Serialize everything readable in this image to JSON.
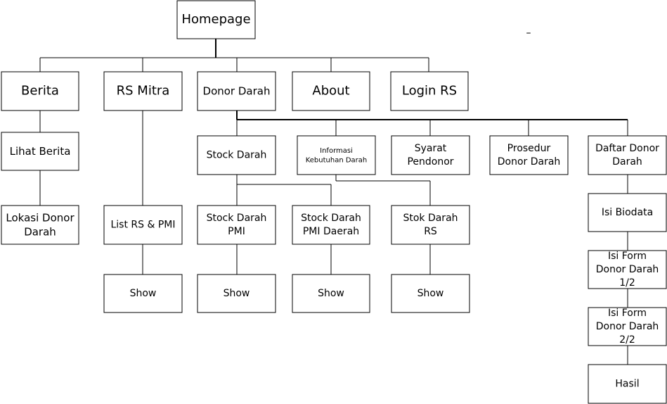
{
  "nodes": {
    "homepage": {
      "label": "Homepage"
    },
    "berita": {
      "label": "Berita"
    },
    "rs_mitra": {
      "label": "RS Mitra"
    },
    "donor_darah": {
      "label": "Donor Darah"
    },
    "about": {
      "label": "About"
    },
    "login_rs": {
      "label": "Login RS"
    },
    "lihat_berita": {
      "label": "Lihat Berita"
    },
    "lokasi_donor": {
      "label": "Lokasi Donor Darah"
    },
    "list_rs_pmi": {
      "label": "List RS & PMI"
    },
    "show_rs": {
      "label": "Show"
    },
    "stock_darah": {
      "label": "Stock Darah"
    },
    "informasi": {
      "label": "Informasi Kebutuhan Darah"
    },
    "syarat": {
      "label": "Syarat Pendonor"
    },
    "prosedur": {
      "label": "Prosedur Donor Darah"
    },
    "daftar": {
      "label": "Daftar Donor Darah"
    },
    "stock_pmi": {
      "label": "Stock Darah PMI"
    },
    "stock_pmi_daerah": {
      "label": "Stock Darah PMI Daerah"
    },
    "stok_rs": {
      "label": "Stok Darah RS"
    },
    "show_pmi": {
      "label": "Show"
    },
    "show_pmi_daerah": {
      "label": "Show"
    },
    "show_stok_rs": {
      "label": "Show"
    },
    "isi_biodata": {
      "label": "Isi Biodata"
    },
    "isi_form_1": {
      "label": "Isi Form Donor Darah 1/2"
    },
    "isi_form_2": {
      "label": "Isi Form Donor Darah 2/2"
    },
    "hasil": {
      "label": "Hasil"
    }
  },
  "stray_mark": "–"
}
